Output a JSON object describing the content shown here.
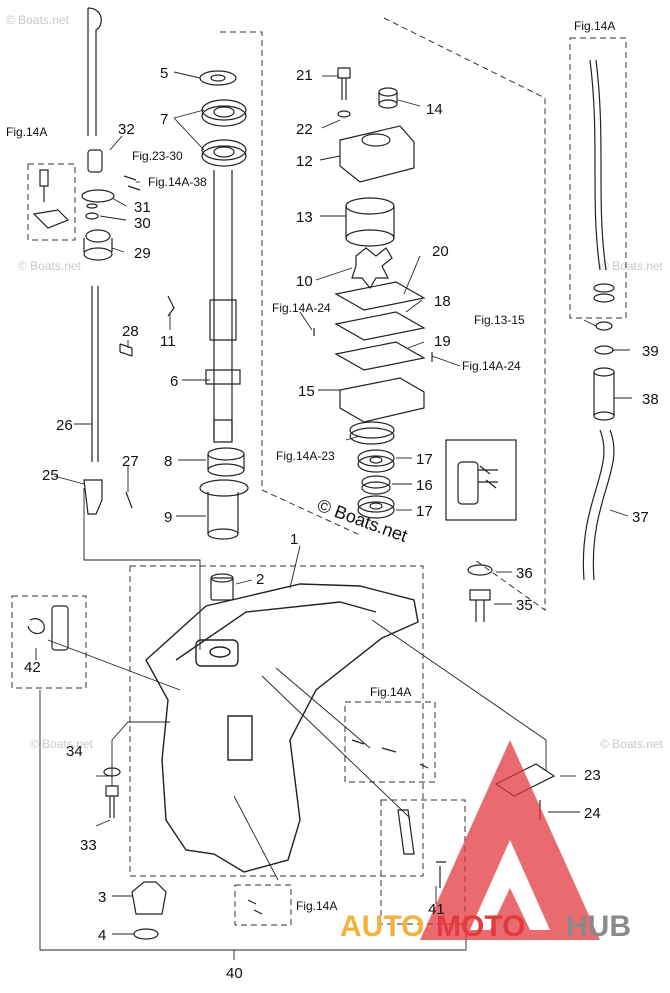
{
  "watermark": "© Boats.net",
  "stamp": "© Boats.net",
  "brand": {
    "auto": "AUTO",
    "moto": "MOTO",
    "hub": "HUB",
    "colors": {
      "triangle": "#e23a3f",
      "auto": "#f4b23a",
      "moto": "#e23a3f",
      "hub": "#8a8a8a"
    }
  },
  "labels": {
    "p1": "1",
    "p2": "2",
    "p3": "3",
    "p4": "4",
    "p5": "5",
    "p6": "6",
    "p7": "7",
    "p8": "8",
    "p9": "9",
    "p10": "10",
    "p11": "11",
    "p12": "12",
    "p13": "13",
    "p14": "14",
    "p15": "15",
    "p16": "16",
    "p17a": "17",
    "p17b": "17",
    "p18": "18",
    "p19": "19",
    "p20": "20",
    "p21": "21",
    "p22": "22",
    "p23": "23",
    "p24": "24",
    "p25": "25",
    "p26": "26",
    "p27": "27",
    "p28": "28",
    "p29": "29",
    "p30": "30",
    "p31": "31",
    "p32": "32",
    "p33": "33",
    "p34": "34",
    "p35": "35",
    "p36": "36",
    "p37": "37",
    "p38": "38",
    "p39": "39",
    "p40": "40",
    "p41": "41",
    "p42": "42"
  },
  "refs": {
    "r_fig14a_left": "Fig.14A",
    "r_fig14a_right": "Fig.14A",
    "r_fig14a_mid": "Fig.14A",
    "r_fig14a_bottom": "Fig.14A",
    "r_fig23_30": "Fig.23-30",
    "r_fig14a_38": "Fig.14A-38",
    "r_fig14a_24a": "Fig.14A-24",
    "r_fig14a_24b": "Fig.14A-24",
    "r_fig14a_23": "Fig.14A-23",
    "r_fig13_15": "Fig.13-15"
  }
}
